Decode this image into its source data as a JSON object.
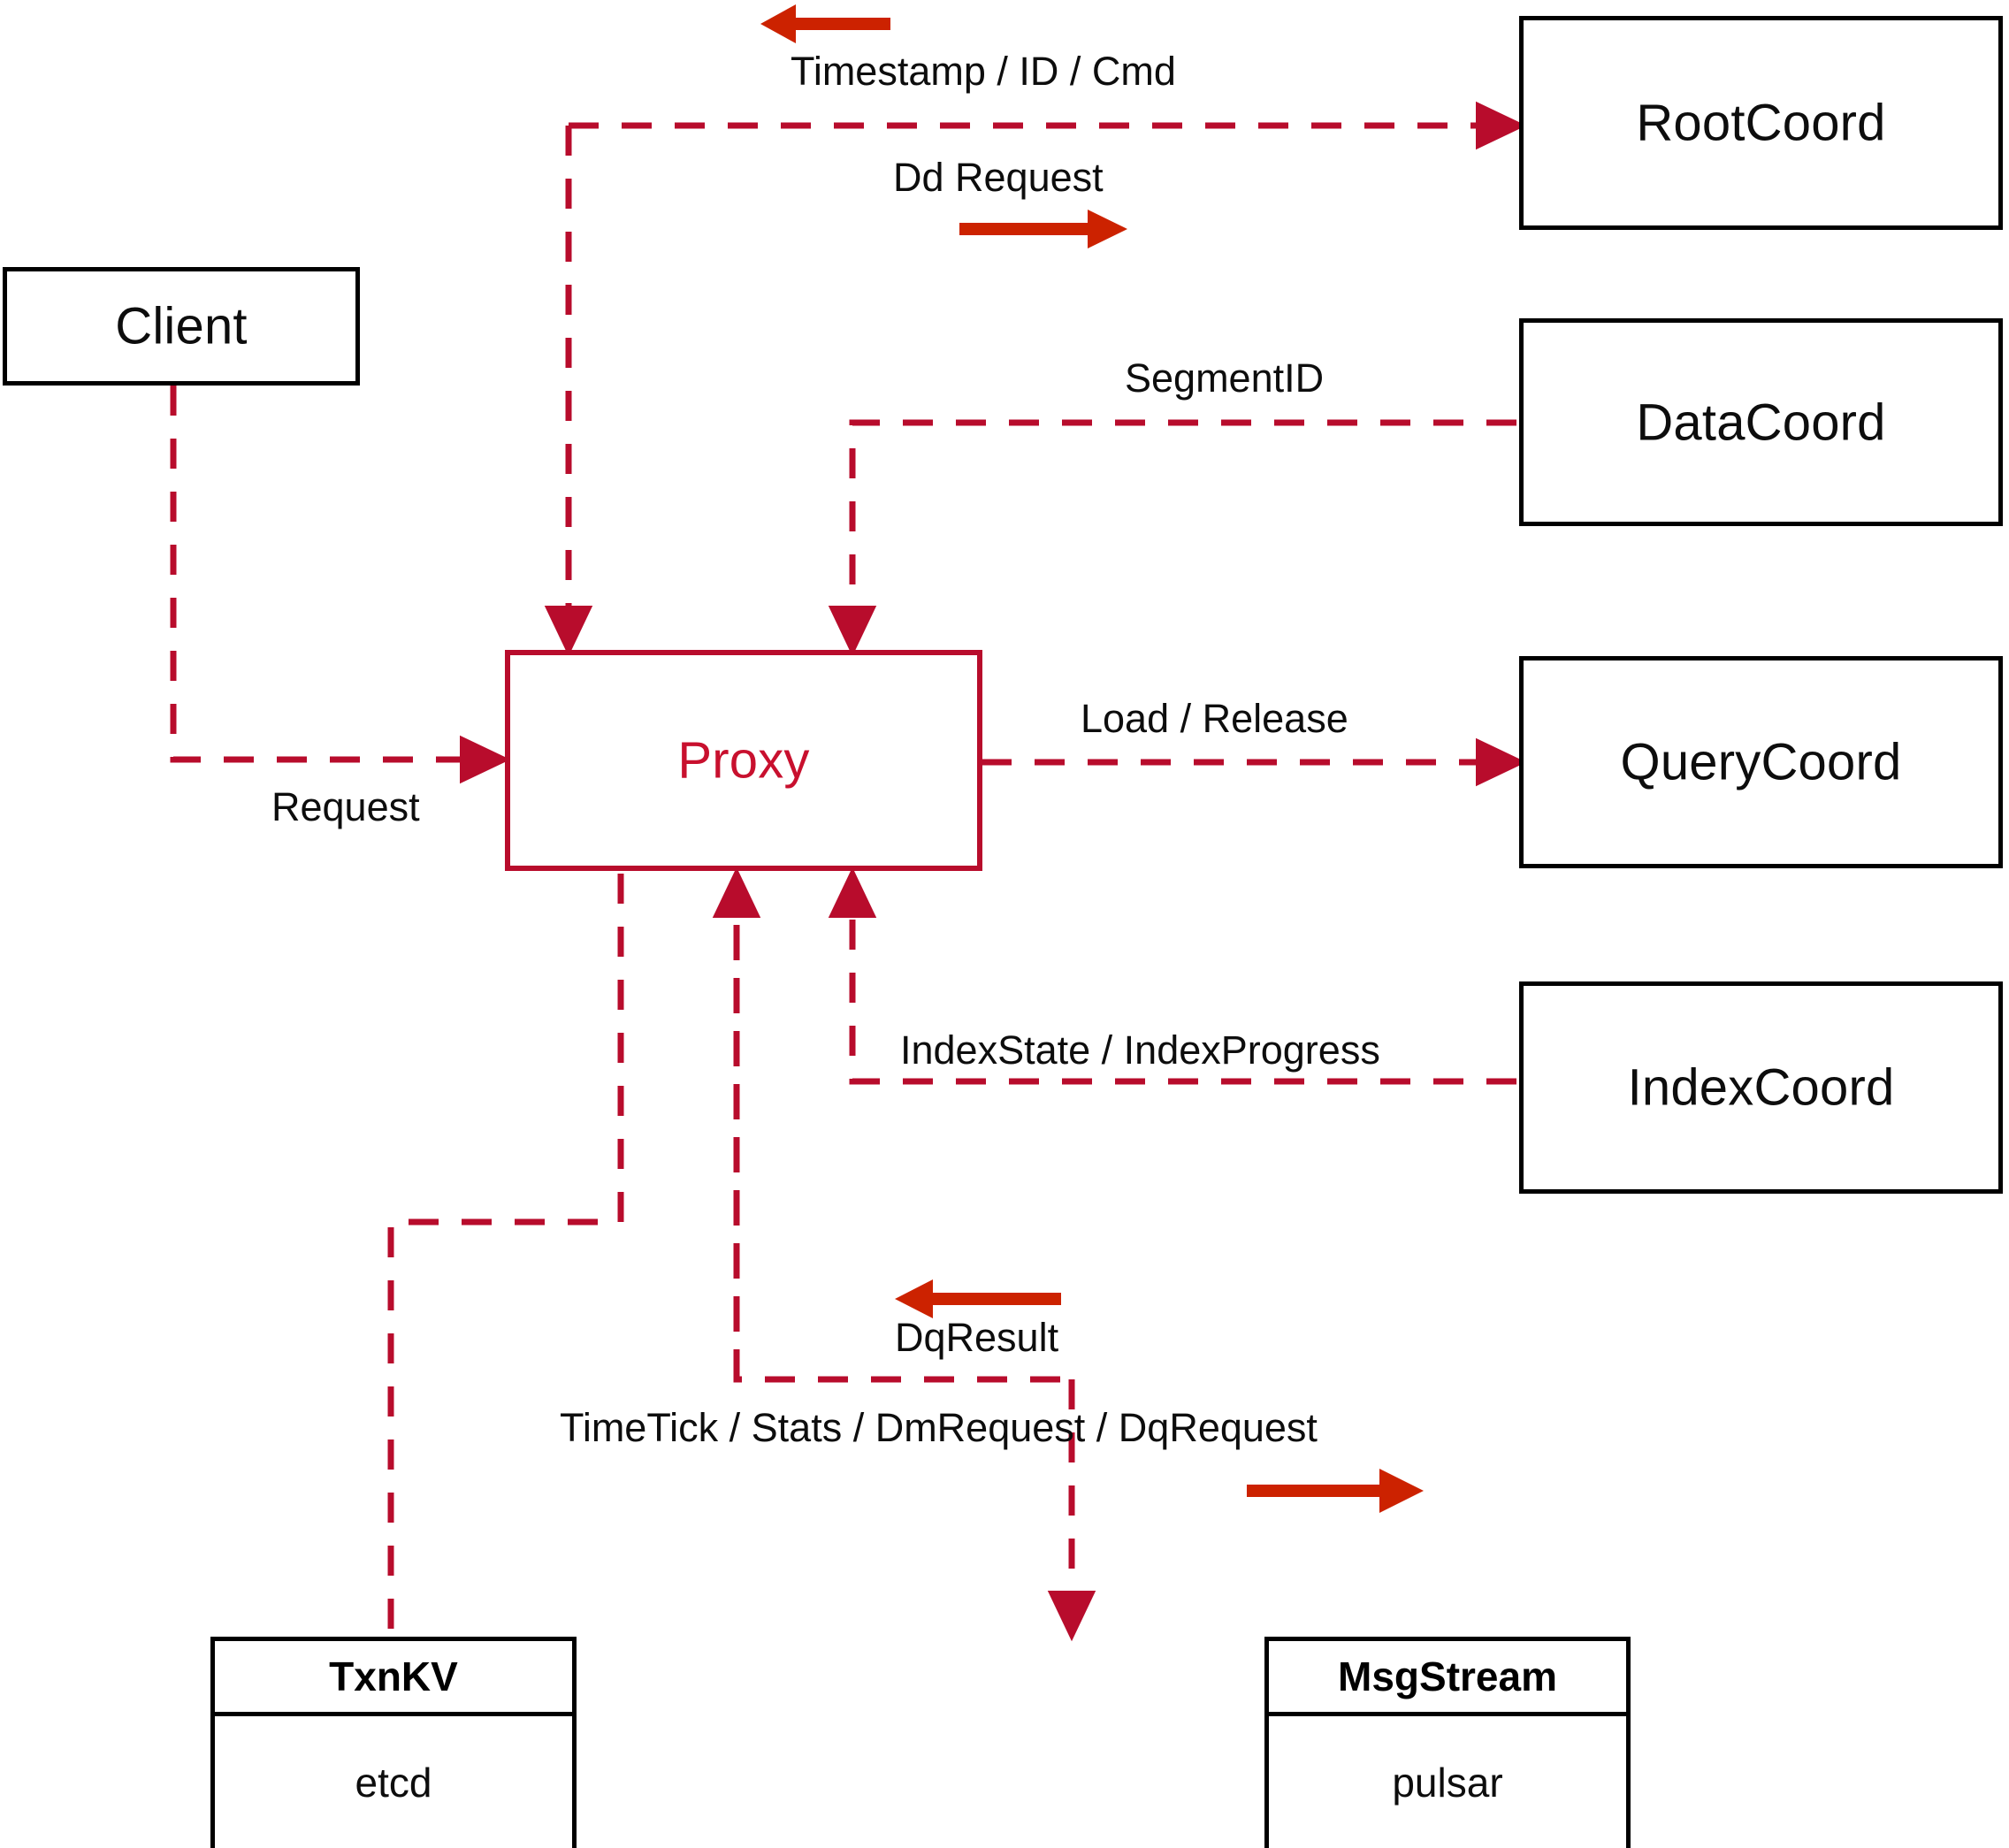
{
  "diagram": {
    "title": "Milvus Proxy interaction diagram",
    "colors": {
      "dashed_red": "#b80c2c",
      "solid_arrow_red": "#cc2200",
      "node_border_black": "#000000",
      "proxy_border_red": "#b80c2c",
      "proxy_text_red": "#c8102e",
      "background": "#ffffff"
    },
    "nodes": [
      {
        "id": "client",
        "label": "Client"
      },
      {
        "id": "proxy",
        "label": "Proxy"
      },
      {
        "id": "rootcoord",
        "label": "RootCoord"
      },
      {
        "id": "datacoord",
        "label": "DataCoord"
      },
      {
        "id": "querycoord",
        "label": "QueryCoord"
      },
      {
        "id": "indexcoord",
        "label": "IndexCoord"
      }
    ],
    "class_nodes": [
      {
        "id": "txnkv",
        "header": "TxnKV",
        "body": "etcd"
      },
      {
        "id": "msgstream",
        "header": "MsgStream",
        "body": "pulsar"
      }
    ],
    "edge_labels": [
      {
        "id": "timestamp-id-cmd",
        "text": "Timestamp / ID / Cmd"
      },
      {
        "id": "dd-request",
        "text": "Dd Request"
      },
      {
        "id": "segmentid",
        "text": "SegmentID"
      },
      {
        "id": "request",
        "text": "Request"
      },
      {
        "id": "load-release",
        "text": "Load / Release"
      },
      {
        "id": "indexstate",
        "text": "IndexState / IndexProgress"
      },
      {
        "id": "dqresult",
        "text": "DqResult"
      },
      {
        "id": "timetick",
        "text": "TimeTick / Stats / DmRequest / DqRequest"
      }
    ]
  }
}
